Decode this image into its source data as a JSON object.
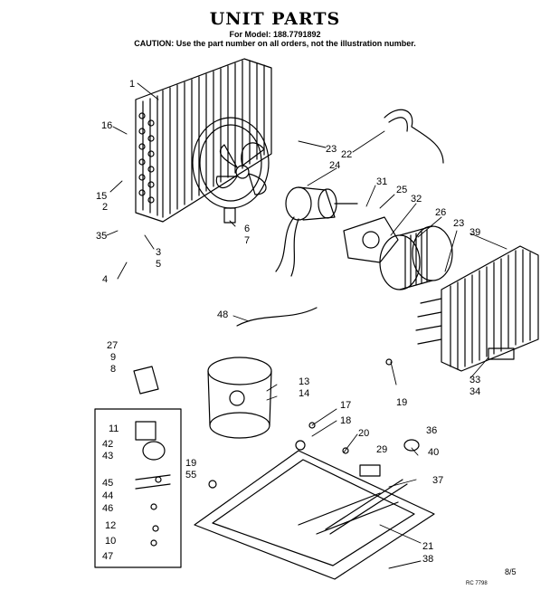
{
  "header": {
    "title": "UNIT PARTS",
    "model_line": "For Model: 188.7791892",
    "caution": "CAUTION: Use the part number on all orders, not the illustration number."
  },
  "callouts": [
    "1",
    "16",
    "15",
    "2",
    "35",
    "3",
    "5",
    "4",
    "6",
    "7",
    "23",
    "22",
    "24",
    "31",
    "25",
    "32",
    "26",
    "23",
    "39",
    "48",
    "27",
    "9",
    "8",
    "13",
    "14",
    "17",
    "18",
    "20",
    "19",
    "11",
    "42",
    "43",
    "45",
    "44",
    "46",
    "12",
    "10",
    "47",
    "19",
    "55",
    "29",
    "36",
    "40",
    "37",
    "33",
    "34",
    "21",
    "38"
  ],
  "footer": {
    "page": "8/5",
    "code": "RC 7798"
  }
}
